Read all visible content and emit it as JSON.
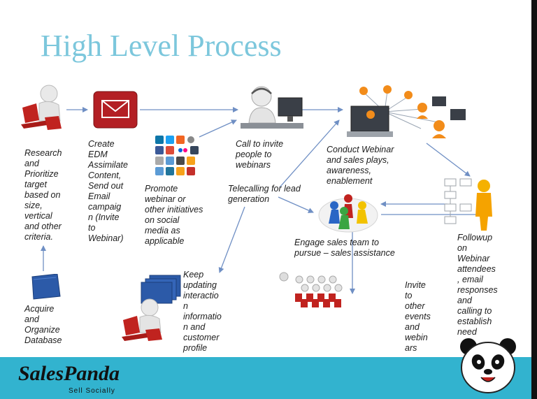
{
  "title": "High Level Process",
  "steps": {
    "research": "Research\nand\nPrioritize\ntarget\nbased on\nsize,\nvertical\nand other\ncriteria.",
    "create_edm": "Create\nEDM\nAssimilate\nContent,\nSend out\nEmail\ncampaig\nn (Invite\nto\nWebinar)",
    "promote": "Promote\nwebinar or\nother initiatives\non social\nmedia as\napplicable",
    "call_invite": "Call to invite\npeople to\nwebinars",
    "telecalling": "Telecalling for lead\ngeneration",
    "conduct_webinar": "Conduct Webinar\nand sales plays,\nawareness,\nenablement",
    "engage_sales": "Engage sales team to\npursue – sales assistance",
    "followup": "Followup\non\nWebinar\nattendees\n, email\nresponses\nand\ncalling to\nestablish\nneed",
    "acquire": "Acquire\nand\nOrganize\nDatabase",
    "keep_updating": "Keep\nupdating\ninteractio\nn\ninformatio\nn and\ncustomer\nprofile",
    "invite_other": "Invite\nto\nother\nevents\nand\nwebin\nars"
  },
  "footer": {
    "logo": "SalesPanda",
    "tagline": "Sell Socially"
  },
  "colors": {
    "title": "#7cc7dc",
    "footer_band": "#32b3cf",
    "arrow": "#6f8fc4",
    "envelope": "#b31f24",
    "person_red": "#c0231f",
    "person_orange": "#f28c1a"
  },
  "icons": [
    "laptop-user-icon",
    "envelope-icon",
    "social-media-icons",
    "call-center-icon",
    "webinar-network-icon",
    "team-circle-icon",
    "followup-person-icon",
    "database-icon",
    "stacked-pages-icon",
    "audience-icon",
    "panda-mascot-icon"
  ]
}
